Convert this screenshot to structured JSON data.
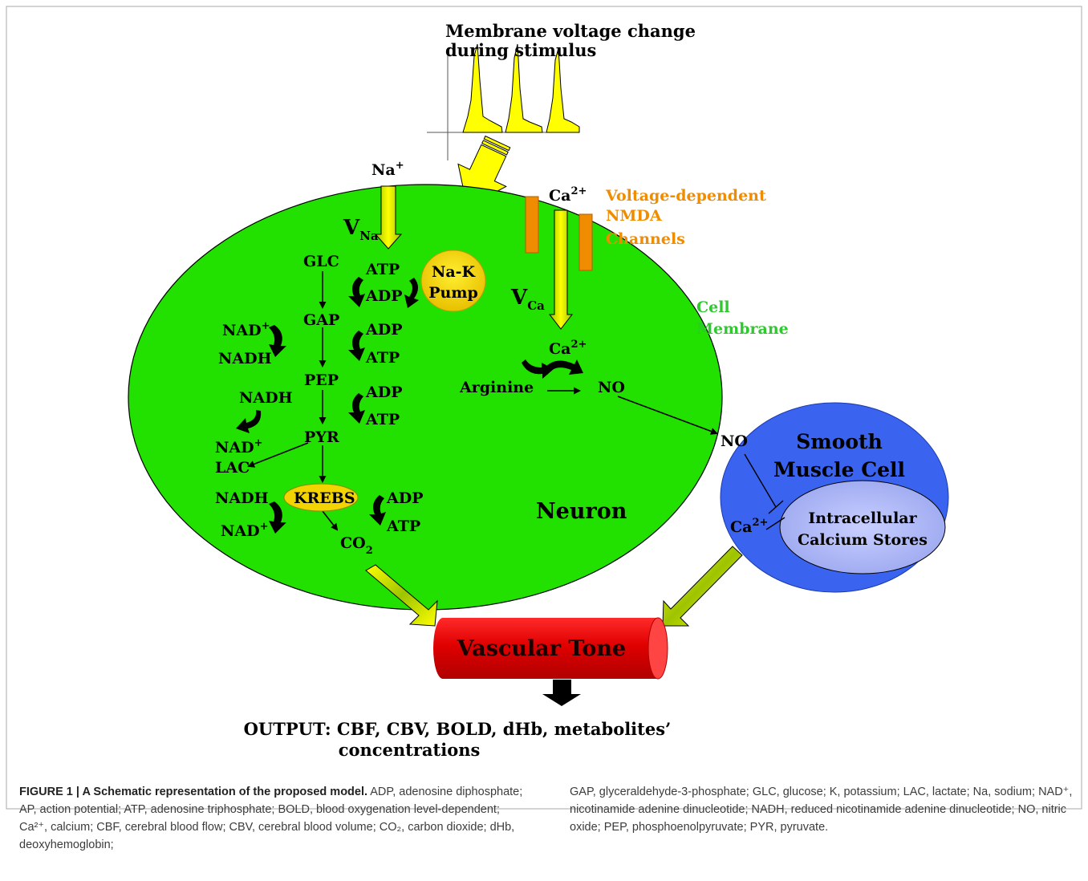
{
  "diagram": {
    "stimulus_title_1": "Membrane voltage change",
    "stimulus_title_2": "during stimulus",
    "na_ion": "Na",
    "na_sup": "+",
    "v_na_main": "V",
    "v_na_sub": "Na",
    "ca_ion": "Ca",
    "ca_sup": "2+",
    "channels_1": "Voltage-dependent",
    "channels_2": "NMDA",
    "channels_3": "Channels",
    "cell_membrane_1": "Cell",
    "cell_membrane_2": "Membrane",
    "v_ca_main": "V",
    "v_ca_sub": "Ca",
    "glc": "GLC",
    "gap": "GAP",
    "pep": "PEP",
    "pyr": "PYR",
    "lac": "LAC",
    "krebs": "KREBS",
    "co2_main": "CO",
    "co2_sub": "2",
    "atp": "ATP",
    "adp": "ADP",
    "nad": "NAD",
    "nad_sup": "+",
    "nadh": "NADH",
    "pump_1": "Na-K",
    "pump_2": "Pump",
    "ca_inner": "Ca",
    "ca_inner_sup": "2+",
    "arginine": "Arginine",
    "no": "NO",
    "neuron": "Neuron",
    "smooth_1": "Smooth",
    "smooth_2": "Muscle Cell",
    "stores_1": "Intracellular",
    "stores_2": "Calcium Stores",
    "smc_ca": "Ca",
    "smc_ca_sup": "2+",
    "vascular_tone": "Vascular Tone",
    "output_1": "OUTPUT: CBF, CBV, BOLD, dHb, metabolites’",
    "output_2": "concentrations"
  },
  "colors": {
    "neuron_fill": "#22e000",
    "membrane_label": "#2fc82f",
    "channel_label": "#f08c00",
    "channel_fill": "#f08c00",
    "smooth_muscle_fill": "#3a64f0",
    "vessel_fill": "#ee0000",
    "arrow_yellow": "#ffff00",
    "pump_fill": "#f0d000"
  },
  "caption": {
    "label": "FIGURE 1 | A Schematic representation of the proposed model.",
    "left": " ADP, adenosine diphosphate; AP, action potential; ATP, adenosine triphosphate; BOLD, blood oxygenation level-dependent; Ca²⁺, calcium; CBF, cerebral blood flow; CBV, cerebral blood volume; CO₂, carbon dioxide; dHb, deoxyhemoglobin;",
    "right": "GAP, glyceraldehyde-3-phosphate; GLC, glucose; K, potassium; LAC, lactate; Na, sodium; NAD⁺, nicotinamide adenine dinucleotide; NADH, reduced nicotinamide adenine dinucleotide; NO, nitric oxide; PEP, phosphoenolpyruvate; PYR, pyruvate."
  }
}
